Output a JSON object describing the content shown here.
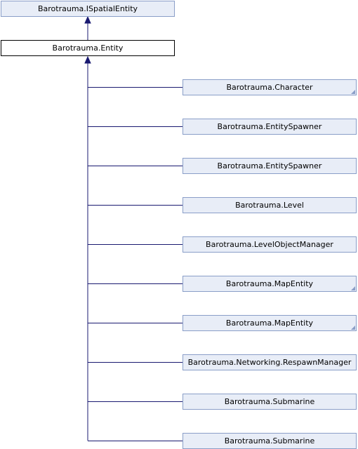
{
  "colors": {
    "edge": "#191970",
    "node_fill": "#e8edf7",
    "node_border": "#8a9ec8",
    "current_border": "#000000"
  },
  "interface": {
    "label": "Barotrauma.ISpatialEntity"
  },
  "current": {
    "label": "Barotrauma.Entity"
  },
  "derived": [
    {
      "label": "Barotrauma.Character",
      "has_more": true
    },
    {
      "label": "Barotrauma.EntitySpawner",
      "has_more": false
    },
    {
      "label": "Barotrauma.EntitySpawner",
      "has_more": false
    },
    {
      "label": "Barotrauma.Level",
      "has_more": false
    },
    {
      "label": "Barotrauma.LevelObjectManager",
      "has_more": false
    },
    {
      "label": "Barotrauma.MapEntity",
      "has_more": true
    },
    {
      "label": "Barotrauma.MapEntity",
      "has_more": true
    },
    {
      "label": "Barotrauma.Networking.RespawnManager",
      "has_more": false
    },
    {
      "label": "Barotrauma.Submarine",
      "has_more": false
    },
    {
      "label": "Barotrauma.Submarine",
      "has_more": false
    }
  ]
}
